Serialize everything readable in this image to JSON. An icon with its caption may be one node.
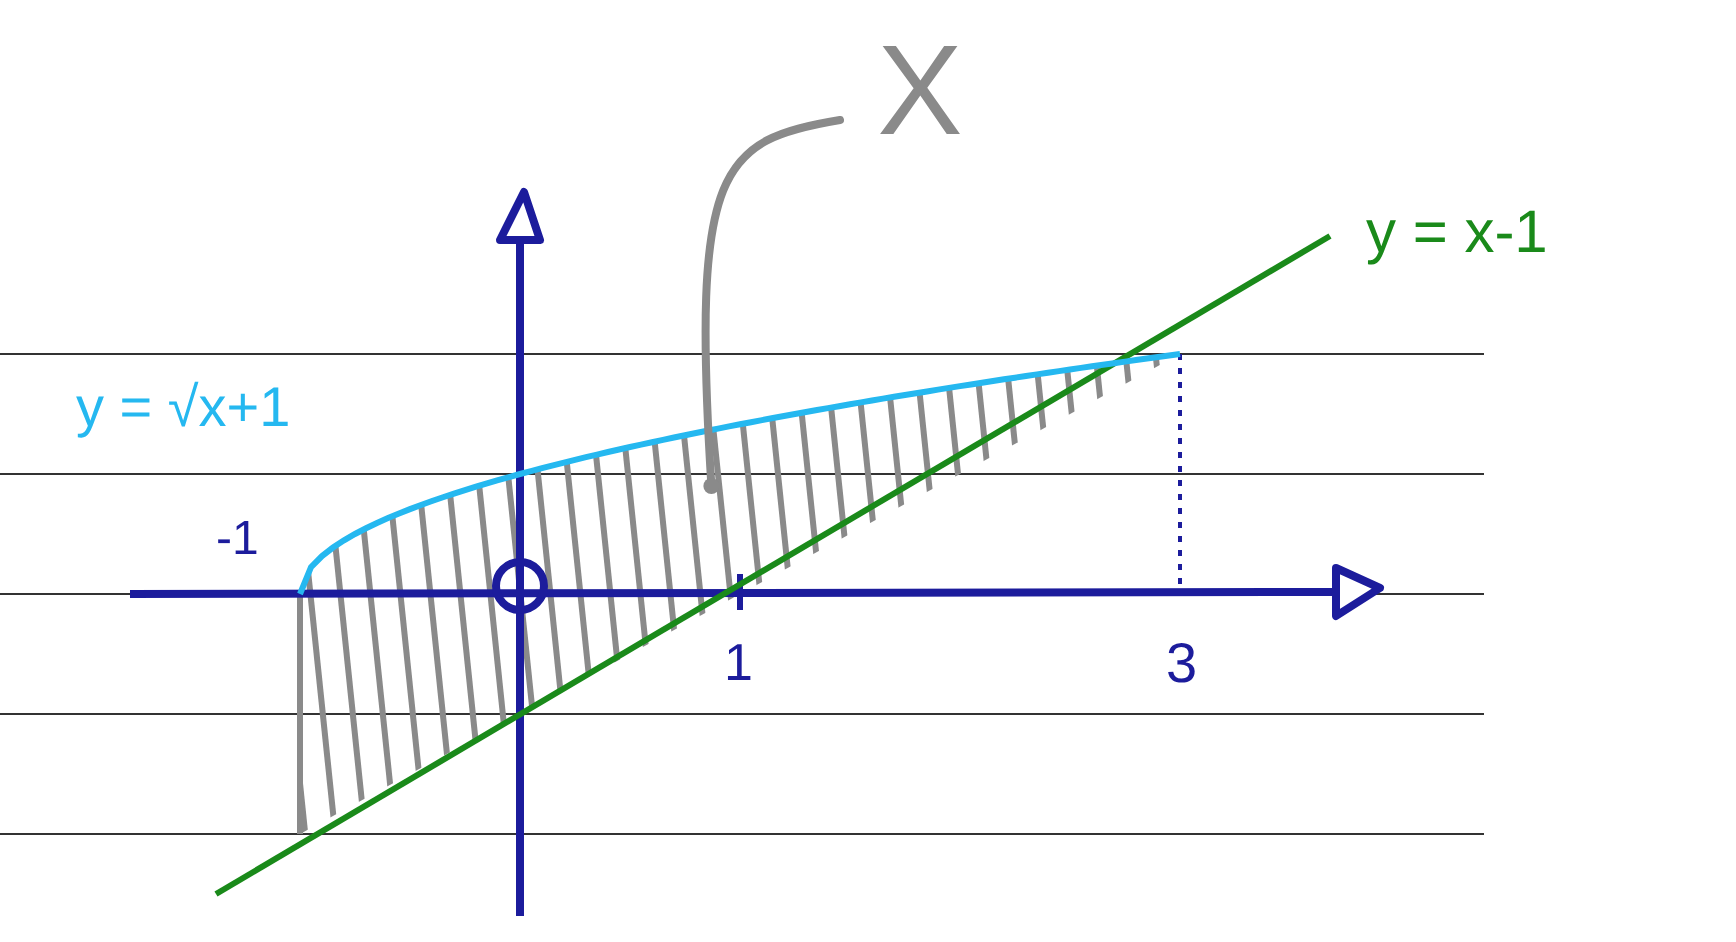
{
  "diagram": {
    "nodes": [
      {
        "text": [
          "X"
        ]
      },
      {
        "text": [],
        "shape": "region"
      }
    ],
    "edges": [
      {
        "from": 0,
        "to": 1,
        "arrow": "other",
        "color": "#8a8a8a"
      }
    ],
    "labels": [
      "y = x-1",
      "y = √x+1",
      "-1",
      "1",
      "3"
    ]
  }
}
